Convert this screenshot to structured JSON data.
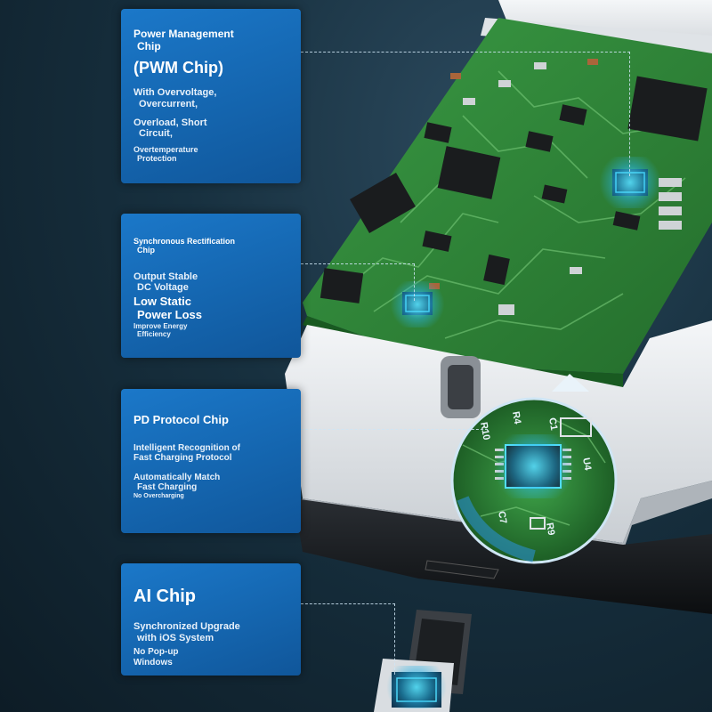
{
  "panels": [
    {
      "title_line1": "Power Management",
      "title_line2": "Chip",
      "subtitle": "(PWM Chip)",
      "lines": [
        "With Overvoltage,",
        "Overcurrent,",
        "Overload, Short",
        "Circuit,",
        "Overtemperature",
        "Protection"
      ]
    },
    {
      "title_line1": "Synchronous Rectification",
      "title_line2": "Chip",
      "lines": [
        "Output Stable",
        "DC Voltage",
        "Low Static",
        "Power Loss",
        "Improve Energy",
        "Efficiency"
      ]
    },
    {
      "title_line1": "PD Protocol Chip",
      "lines": [
        "Intelligent Recognition of",
        "Fast Charging Protocol",
        "Automatically Match",
        "Fast Charging",
        "No Overcharging"
      ]
    },
    {
      "title_line1": "AI Chip",
      "lines": [
        "Synchronized Upgrade",
        "with iOS System",
        "No Pop-up",
        "Windows"
      ]
    }
  ],
  "pcb_labels": [
    "C1",
    "R4",
    "U4",
    "R10",
    "C7",
    "R9"
  ],
  "colors": {
    "panel_blue": "#1b78c9",
    "pcb_green": "#2f8a3a",
    "chip_glow": "#5ae6ff",
    "charger_white": "#e9ecef"
  }
}
